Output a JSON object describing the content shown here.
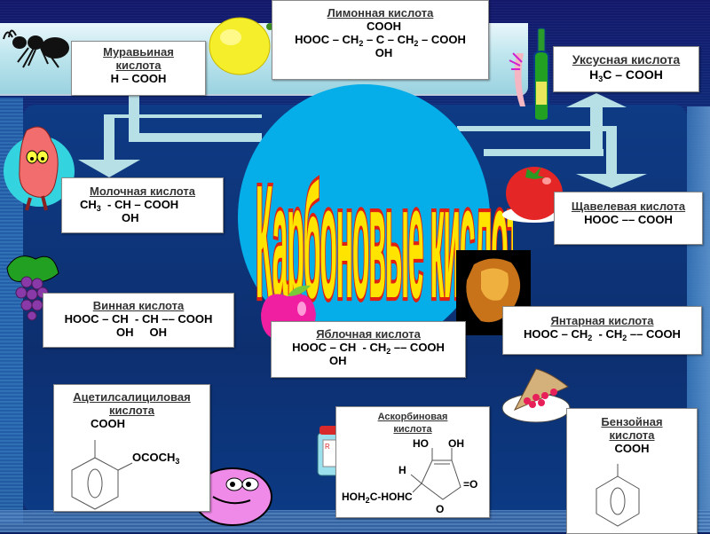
{
  "title": "Карбоновые кислоты",
  "colors": {
    "background": "#0f2a78",
    "circle": "#05aee8",
    "arrow": "#b7dfe6",
    "title_fill": "#ffe400",
    "title_outline": "#e02010",
    "box_bg": "#ffffff"
  },
  "acids": {
    "formic": {
      "name_line1": "Муравьиная",
      "name_line2": "кислота",
      "formula": "H – COOH",
      "icon": "ant-icon"
    },
    "citric": {
      "name": "Лимонная кислота",
      "top": "COOH",
      "main_parts": [
        "HOOC – CH",
        "2",
        " – C – CH",
        "2",
        " – COOH"
      ],
      "bottom": "OH",
      "icon": "lemon-icon"
    },
    "acetic": {
      "name": "Уксусная кислота",
      "formula_parts": [
        "H",
        "3",
        "C – COOH"
      ],
      "icon": "bottle-icon"
    },
    "lactic": {
      "name": "Молочная кислота",
      "main_parts": [
        "CH",
        "3",
        "  - CH – COOH"
      ],
      "bottom": "OH",
      "icon": "stomach-icon"
    },
    "oxalic": {
      "name": "Щавелевая кислота",
      "formula": "HOOC –– COOH",
      "icon": "tomato-icon"
    },
    "tartaric": {
      "name": "Винная кислота",
      "main": "HOOC – CH  - CH –– COOH",
      "bottom": "OH     OH",
      "icon": "grapes-icon"
    },
    "malic": {
      "name": "Яблочная кислота",
      "main_parts": [
        "HOOC – CH  - CH",
        "2",
        " –– COOH"
      ],
      "bottom": "OH",
      "icon": "apple-icon"
    },
    "succinic": {
      "name": "Янтарная кислота",
      "main_parts": [
        "HOOC – CH",
        "2",
        "  - CH",
        "2",
        " –– COOH"
      ],
      "icon": "amber-icon"
    },
    "acetylsalicylic": {
      "name_line1": "Ацетилсалициловая",
      "name_line2": "кислота",
      "top": "COOH",
      "side_parts": [
        "OCOCH",
        "3"
      ],
      "icon": "pill-icon"
    },
    "ascorbic": {
      "name_line1": "Аскорбиновая",
      "name_line2": "кислота",
      "ho": "HO",
      "oh": "OH",
      "h": "H",
      "keto": "=O",
      "ring_o": "O",
      "side_parts": [
        "HOH",
        "2",
        "C-HOHC"
      ],
      "icon": "vitamin-jar-icon"
    },
    "benzoic": {
      "name_line1": "Бензойная",
      "name_line2": "кислота",
      "top": "COOH",
      "icon": "pie-icon"
    }
  }
}
